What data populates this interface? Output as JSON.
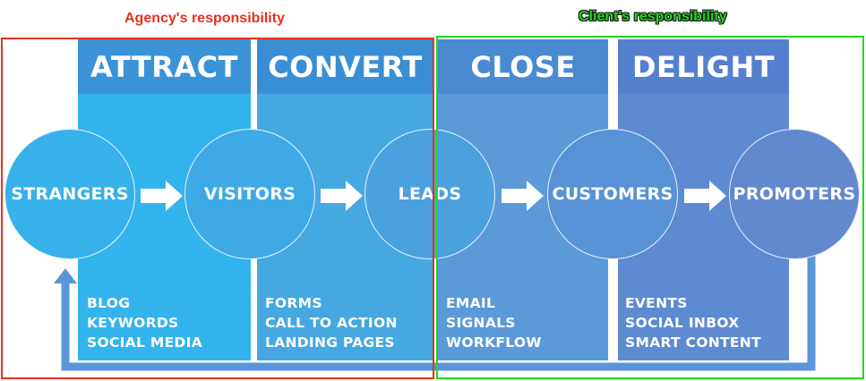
{
  "columns": [
    {
      "title": "ATTRACT",
      "items": [
        "BLOG",
        "KEYWORDS",
        "SOCIAL MEDIA"
      ],
      "head_color": "#3a93d7",
      "body_color": "#33b4ec"
    },
    {
      "title": "CONVERT",
      "items": [
        "FORMS",
        "CALL TO ACTION",
        "LANDING PAGES"
      ],
      "head_color": "#3a8ed3",
      "body_color": "#45a8e1"
    },
    {
      "title": "CLOSE",
      "items": [
        "EMAIL",
        "SIGNALS",
        "WORKFLOW"
      ],
      "head_color": "#4a8ad0",
      "body_color": "#5a9ad8"
    },
    {
      "title": "DELIGHT",
      "items": [
        "EVENTS",
        "SOCIAL INBOX",
        "SMART CONTENT"
      ],
      "head_color": "#5480cd",
      "body_color": "#5e8ad1"
    }
  ],
  "stages": [
    "STRANGERS",
    "VISITORS",
    "LEADS",
    "CUSTOMERS",
    "PROMOTERS"
  ],
  "stage_colors": [
    "#36b1ea",
    "#3eaae5",
    "#4ba0de",
    "#5892d6",
    "#6288ce"
  ],
  "responsibility": {
    "agency": {
      "label": "Agency's responsibility",
      "color": "#e8301e"
    },
    "client": {
      "label": "Client's responsibility",
      "color": "#1fd81f"
    }
  },
  "loop_color": "#5a96d8"
}
